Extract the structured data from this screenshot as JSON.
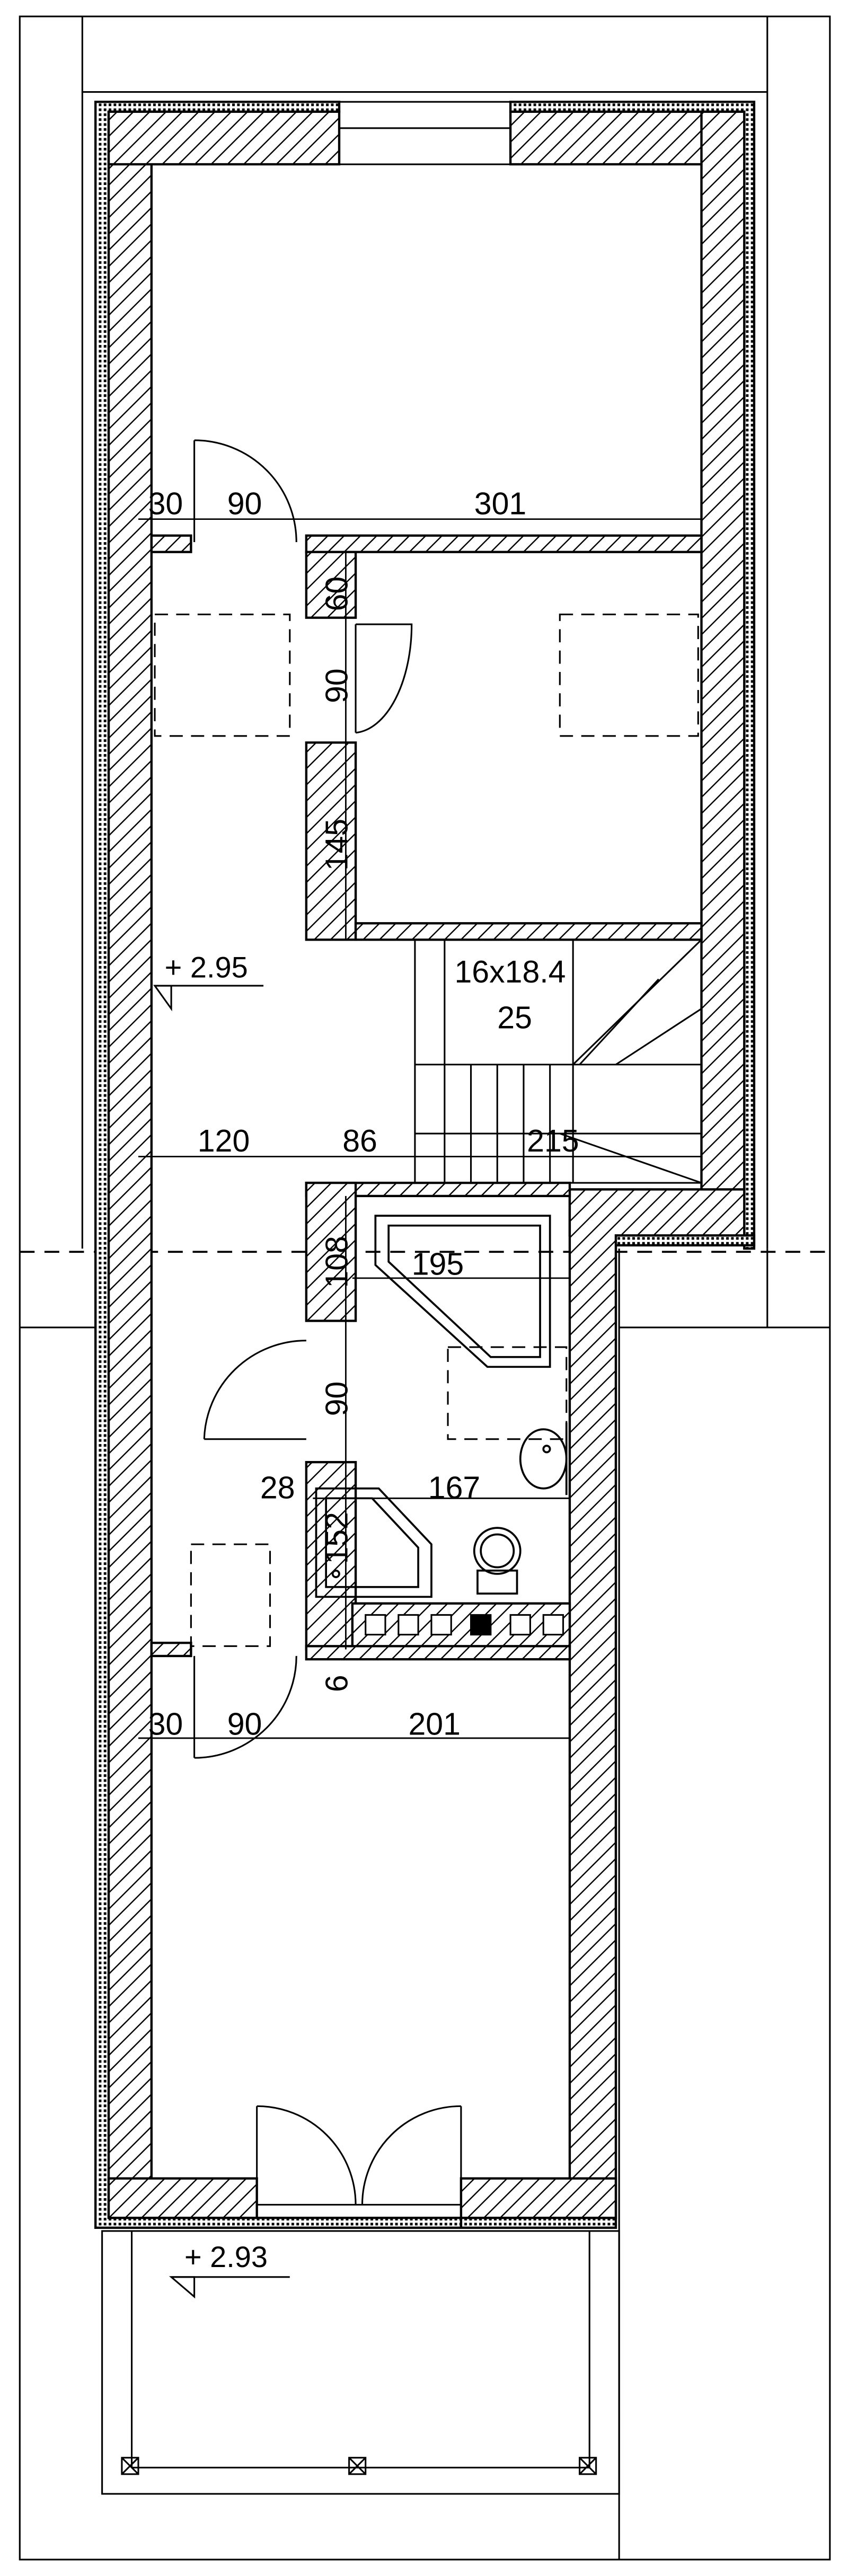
{
  "plan": {
    "dimensions": {
      "top_left_30": "30",
      "top_door_90": "90",
      "top_room_301": "301",
      "wall_60": "60",
      "door_90_a": "90",
      "wall_145": "145",
      "stair_size": "16x18.4",
      "stair_count": "25",
      "mid_120": "120",
      "mid_86": "86",
      "mid_215": "215",
      "bath_108": "108",
      "bath_195": "195",
      "door_90_b": "90",
      "wc_28": "28",
      "wc_167": "167",
      "shower_152": "152",
      "wall_6": "6",
      "bottom_left_30": "30",
      "bottom_door_90": "90",
      "bottom_room_201": "201"
    },
    "levels": {
      "upper": "+ 2.95",
      "lower": "+ 2.93"
    }
  }
}
